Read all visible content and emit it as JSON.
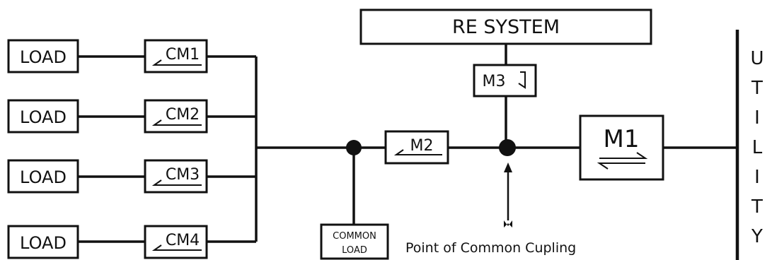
{
  "diagram": {
    "re_system": "RE SYSTEM",
    "loads": [
      {
        "label": "LOAD",
        "meter": "CM1"
      },
      {
        "label": "LOAD",
        "meter": "CM2"
      },
      {
        "label": "LOAD",
        "meter": "CM3"
      },
      {
        "label": "LOAD",
        "meter": "CM4"
      }
    ],
    "meter_m2": "M2",
    "meter_m3": "M3",
    "meter_m1": "M1",
    "common_load_line1": "COMMON",
    "common_load_line2": "LOAD",
    "pcc_label": "Point of Common Cupling",
    "utility_letters": [
      "U",
      "T",
      "I",
      "L",
      "I",
      "T",
      "Y"
    ]
  }
}
